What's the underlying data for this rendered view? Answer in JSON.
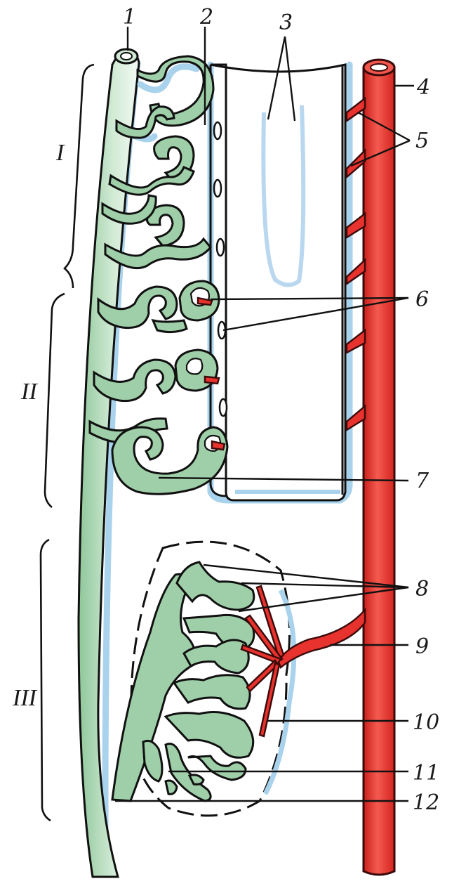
{
  "labels": {
    "n1": "1",
    "n2": "2",
    "n3": "3",
    "n4": "4",
    "n5": "5",
    "n6": "6",
    "n7": "7",
    "n8": "8",
    "n9": "9",
    "n10": "10",
    "n11": "11",
    "n12": "12"
  },
  "sections": {
    "s1": "I",
    "s2": "II",
    "s3": "III"
  },
  "colors": {
    "duct_green": "#9fcfa8",
    "edge_blue": "#a9d2ec",
    "aorta_red": "#e8322e",
    "ink": "#111111"
  }
}
